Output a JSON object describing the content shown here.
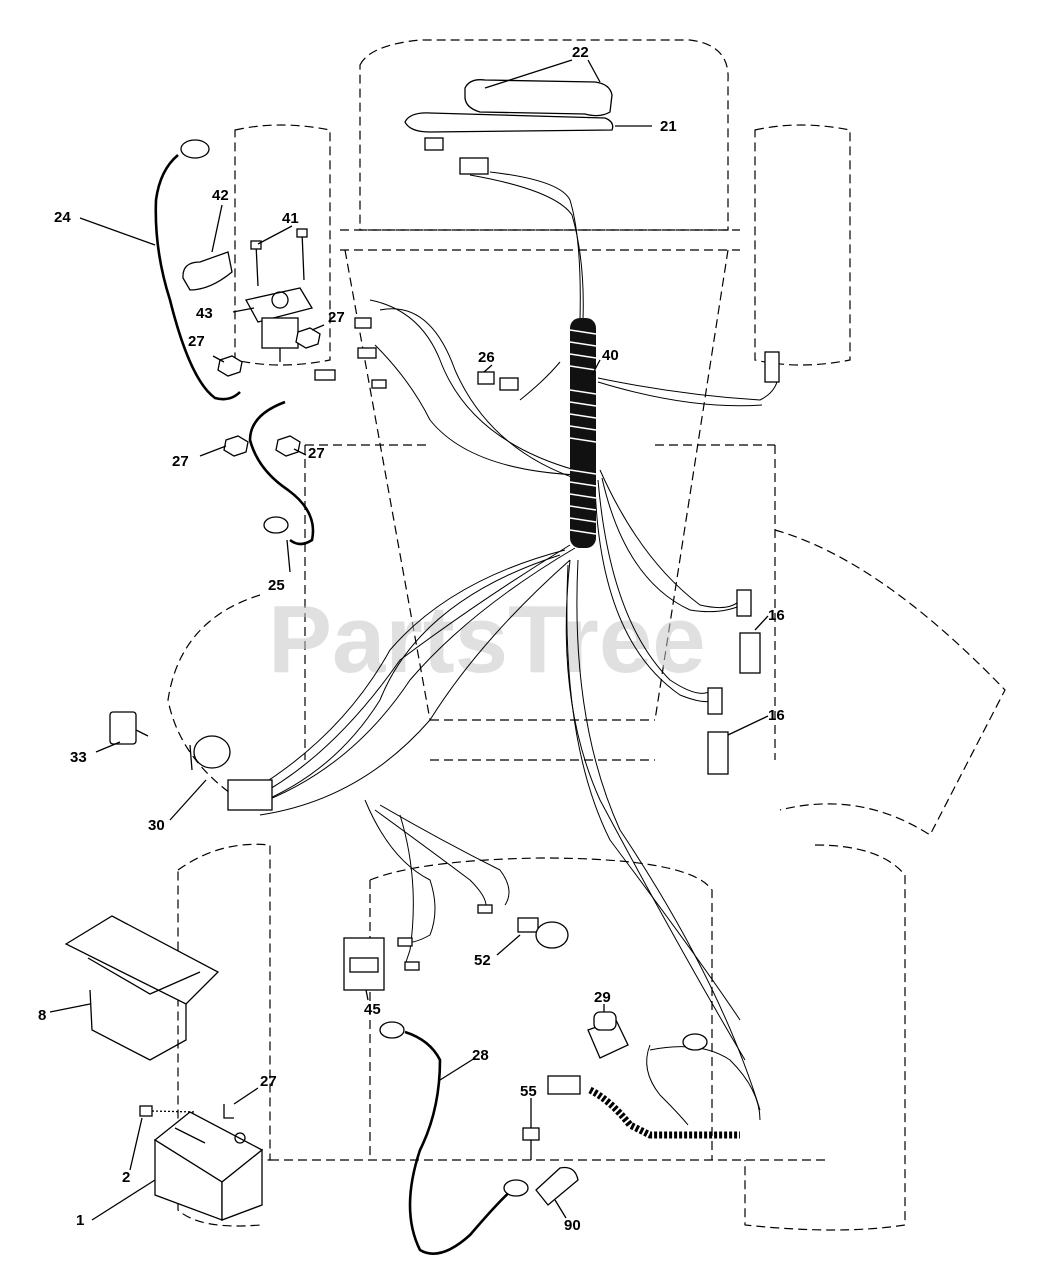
{
  "watermark": "PartsTree",
  "callouts": [
    {
      "id": "c22",
      "label": "22"
    },
    {
      "id": "c21",
      "label": "21"
    },
    {
      "id": "c24",
      "label": "24"
    },
    {
      "id": "c42",
      "label": "42"
    },
    {
      "id": "c41",
      "label": "41"
    },
    {
      "id": "c43",
      "label": "43"
    },
    {
      "id": "c27a",
      "label": "27"
    },
    {
      "id": "c27b",
      "label": "27"
    },
    {
      "id": "c27c",
      "label": "27"
    },
    {
      "id": "c27d",
      "label": "27"
    },
    {
      "id": "c26",
      "label": "26"
    },
    {
      "id": "c40",
      "label": "40"
    },
    {
      "id": "c25",
      "label": "25"
    },
    {
      "id": "c16a",
      "label": "16"
    },
    {
      "id": "c16b",
      "label": "16"
    },
    {
      "id": "c33",
      "label": "33"
    },
    {
      "id": "c30",
      "label": "30"
    },
    {
      "id": "c52",
      "label": "52"
    },
    {
      "id": "c45",
      "label": "45"
    },
    {
      "id": "c8",
      "label": "8"
    },
    {
      "id": "c28",
      "label": "28"
    },
    {
      "id": "c29",
      "label": "29"
    },
    {
      "id": "c27e",
      "label": "27"
    },
    {
      "id": "c55",
      "label": "55"
    },
    {
      "id": "c2",
      "label": "2"
    },
    {
      "id": "c1",
      "label": "1"
    },
    {
      "id": "c90",
      "label": "90"
    }
  ]
}
